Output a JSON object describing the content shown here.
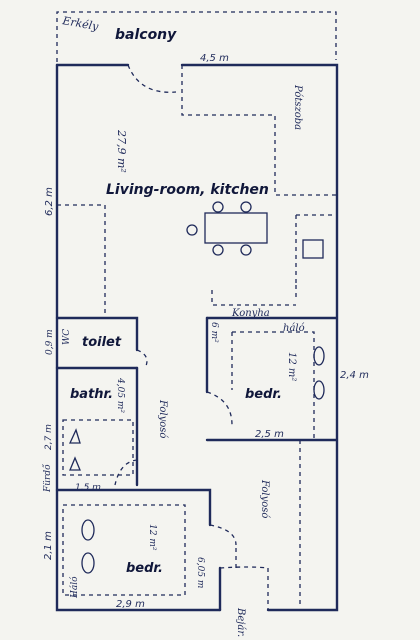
{
  "rooms": {
    "balcony": "balcony",
    "living": "Living-room, kitchen",
    "toilet": "toilet",
    "bathroom": "bathr.",
    "bedroom_right": "bedr.",
    "bedroom_bottom": "bedr."
  },
  "handwritten": {
    "erkely": "Erkély",
    "potszoba_right": "Pótszoba",
    "potszoba_living": "27,9 m²",
    "konyha": "Konyha",
    "halo_right": "háló",
    "folyoso_left": "Folyosó",
    "folyoso_right": "Folyosó",
    "wc": "WC",
    "furdo": "Fürdő",
    "halo_bottom": "Háló",
    "bejarat": "Bejár.",
    "area_toilet": "0,9 m",
    "area_bathroom": "4,05 m²",
    "area_bedroom_right": "12 m²",
    "area_bedroom_bottom": "12 m²",
    "area_6m": "6 m²",
    "area_605": "6,05 m"
  },
  "dimensions": {
    "top_width": "4,5 m",
    "left_height": "6,2 m",
    "bath_height": "2,7 m",
    "bath_width": "1,5 m",
    "right_bedroom_height": "2,4 m",
    "right_bedroom_width": "2,5 m",
    "bottom_bedroom_height": "2,1 m",
    "bottom_bedroom_width": "2,9 m"
  }
}
